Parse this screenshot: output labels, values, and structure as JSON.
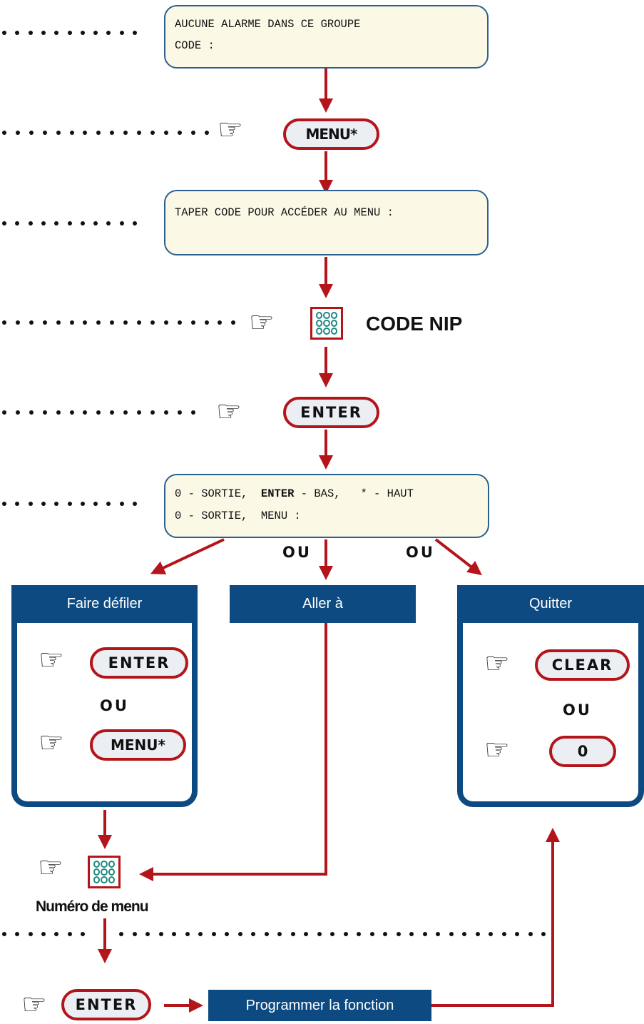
{
  "screens": {
    "no_alarm": {
      "line1": "AUCUNE ALARME DANS CE GROUPE",
      "line2": "CODE :"
    },
    "enter_code": {
      "line1": "TAPER CODE POUR ACCÉDER AU MENU :"
    },
    "menu": {
      "line1_a": "0 - SORTIE,  ",
      "line1_b": "ENTER",
      "line1_c": " - BAS,   * - HAUT",
      "line2": "0 - SORTIE,  MENU :"
    }
  },
  "keys": {
    "menu_star": "MENU*",
    "enter": "ENTER",
    "clear": "CLEAR",
    "zero": "0"
  },
  "labels": {
    "code_nip": "CODE NIP",
    "ou": "OU",
    "menu_number": "Numéro de menu"
  },
  "panels": {
    "scroll": "Faire défiler",
    "goto": "Aller à",
    "quit": "Quitter",
    "program": "Programmer la fonction"
  },
  "icons": {
    "hand": "pointing-hand-icon",
    "keypad": "keypad-icon"
  },
  "colors": {
    "arrow": "#b3151b",
    "header": "#0d4a82",
    "lcd_fill": "#fbf8e6",
    "keypad_dots": "#1e8a82"
  }
}
